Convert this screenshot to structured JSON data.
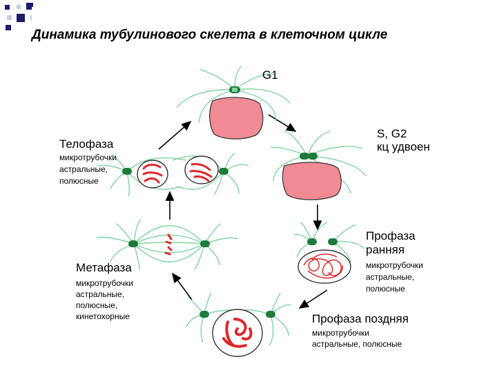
{
  "title": "Динамика тубулинового скелета в клеточном цикле",
  "stages": {
    "g1": {
      "name": "G1"
    },
    "s_g2": {
      "name": "S, G2",
      "note": "кц удвоен"
    },
    "prophase_early": {
      "name": "Профаза",
      "name2": "ранняя",
      "mt": [
        "микротрубочки",
        "астральные,",
        "полюсные"
      ]
    },
    "prophase_late": {
      "name": "Профаза поздняя",
      "mt": [
        "микротрубочки",
        "астральные, полюсные"
      ]
    },
    "metaphase": {
      "name": "Метафаза",
      "mt": [
        "микротрубочки",
        "астральные,",
        "полюсные,",
        "кинетохорные"
      ]
    },
    "telophase": {
      "name": "Телофаза",
      "mt": [
        "микротрубочки",
        "астральные,",
        "полюсные"
      ]
    }
  },
  "colors": {
    "nucleus_fill": "#f08a95",
    "chromosome": "#e0262a",
    "microtubule": "#7fd3a0",
    "centrosome": "#1e7a3c",
    "arrow": "#000000",
    "corner_square_dark": "#1d1d6b",
    "corner_square_light": "#c9cbe3"
  },
  "icons": [
    "corner-square-icon",
    "arrow-icon",
    "centrosome-icon"
  ]
}
